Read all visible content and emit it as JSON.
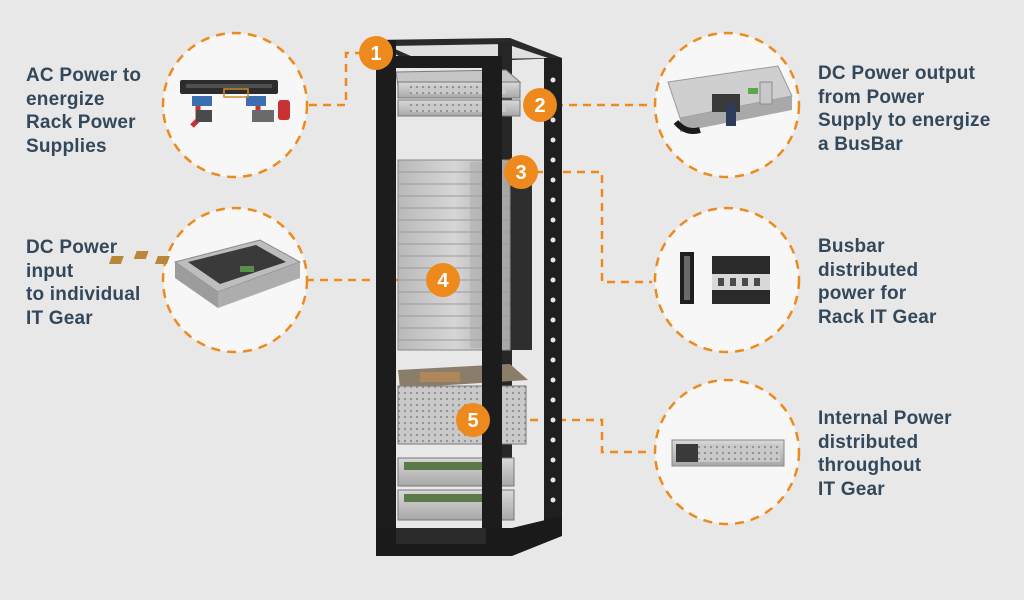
{
  "labels": {
    "ac_power": "AC Power to\nenergize\nRack Power\nSupplies",
    "dc_input": "DC Power\ninput\nto individual\nIT Gear",
    "dc_output": "DC Power output\nfrom Power\nSupply to energize\na BusBar",
    "busbar": "Busbar\ndistributed\npower for\nRack IT Gear",
    "internal": "Internal Power\ndistributed\nthroughout\nIT Gear"
  },
  "badges": [
    "1",
    "2",
    "3",
    "4",
    "5"
  ],
  "colors": {
    "background": "#e8e8e8",
    "accent": "#ee8a1d",
    "text": "#33485a",
    "rack": "#1c1c1c",
    "circle_fill": "#f7f7f7"
  }
}
